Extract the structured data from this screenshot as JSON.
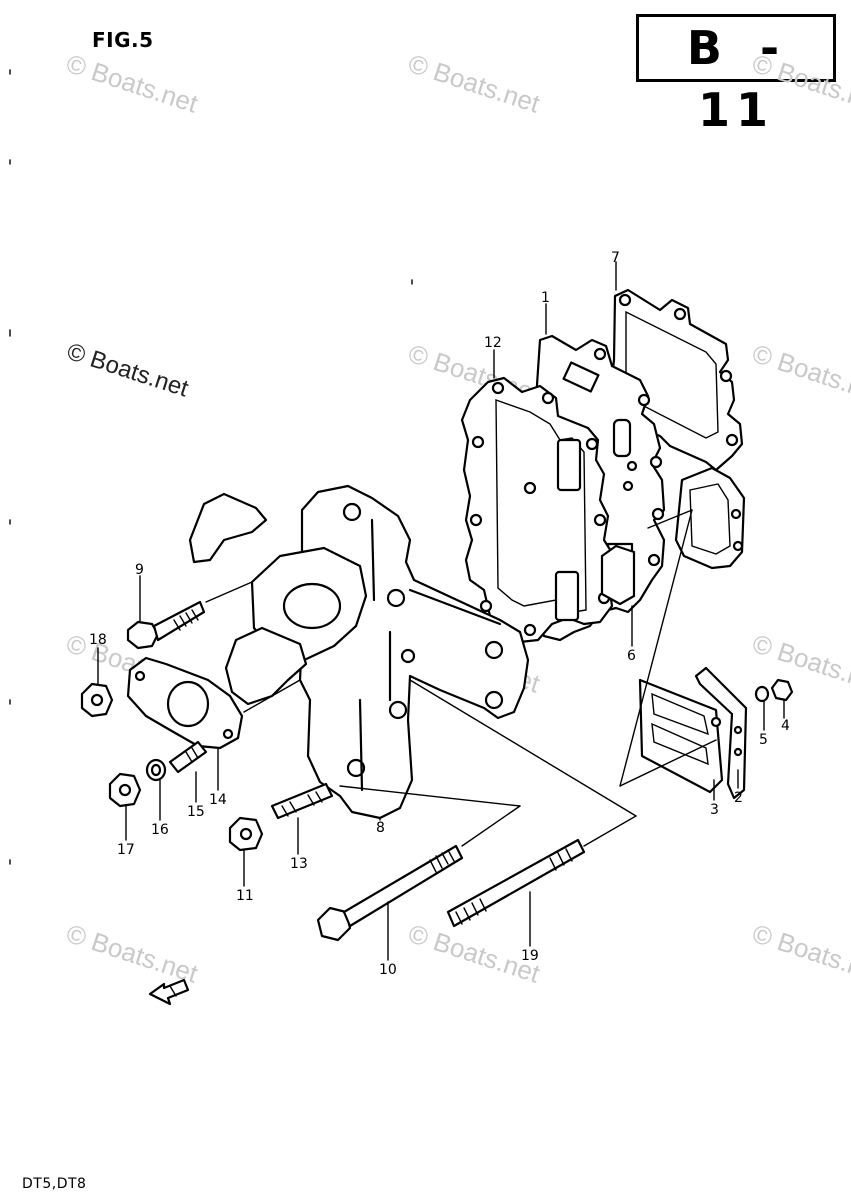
{
  "header": {
    "figure_label": "FIG.5",
    "page_code": "B - 11"
  },
  "footer": {
    "models": "DT5,DT8"
  },
  "watermark": {
    "text": "© Boats.net"
  },
  "callouts": [
    {
      "id": "c1",
      "text": "1"
    },
    {
      "id": "c2",
      "text": "2"
    },
    {
      "id": "c3",
      "text": "3"
    },
    {
      "id": "c4",
      "text": "4"
    },
    {
      "id": "c5",
      "text": "5"
    },
    {
      "id": "c6",
      "text": "6"
    },
    {
      "id": "c7",
      "text": "7"
    },
    {
      "id": "c8",
      "text": "8"
    },
    {
      "id": "c9",
      "text": "9"
    },
    {
      "id": "c10",
      "text": "10"
    },
    {
      "id": "c11",
      "text": "11"
    },
    {
      "id": "c12",
      "text": "12"
    },
    {
      "id": "c13",
      "text": "13"
    },
    {
      "id": "c14",
      "text": "14"
    },
    {
      "id": "c15",
      "text": "15"
    },
    {
      "id": "c16",
      "text": "16"
    },
    {
      "id": "c17",
      "text": "17"
    },
    {
      "id": "c18",
      "text": "18"
    },
    {
      "id": "c19",
      "text": "19"
    }
  ],
  "colors": {
    "ink": "#000000",
    "paper": "#ffffff",
    "watermark": "#c9c9c9"
  }
}
